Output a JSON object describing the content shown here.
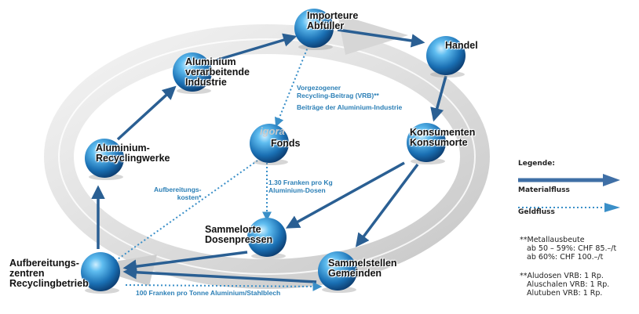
{
  "nodes": {
    "importeure": "Importeure\nAbfüller",
    "handel": "Handel",
    "alu_industrie": "Aluminium\nverarbeitende\nIndustrie",
    "konsumenten": "Konsumenten\nKonsumorte",
    "fonds": "Fonds",
    "recyclingwerke": "Aluminium-\nRecyclingwerke",
    "sammelorte": "Sammelorte\nDosenpressen",
    "sammelstellen": "Sammelstellen\nGemeinden",
    "aufbereitung": "Aufbereitungs-\nzentren\nRecyclingbetrieb"
  },
  "flow_labels": {
    "vrb": "Vorgezogener\nRecycling-Beitrag (VRB)**",
    "alu_beitraege": "Beiträge der Aluminium-Industrie",
    "franken_kg": "1.30 Franken pro Kg\nAluminium-Dosen",
    "aufbereitungskosten": "Aufbereitungs-\nkosten*",
    "franken_tonne": "100 Franken pro Tonne Aluminium/Stahlblech"
  },
  "logo": "igora",
  "legend": {
    "title": "Legende:",
    "materialfluss": "Materialfluss",
    "geldfluss": "Geldfluss",
    "note_metall": "**Metallausbeute\n   ab 50 – 59%: CHF 85.–/t\n   ab 60%: CHF 100.–/t",
    "note_vrb": "**Aludosen VRB: 1 Rp.\n   Aluschalen VRB: 1 Rp.\n   Alutuben VRB: 1 Rp."
  },
  "colors": {
    "material_arrow": "#2a5f93",
    "money_arrow": "#3a8fc8",
    "node_ball": "#1f7fc4",
    "legend_arrow": "#3f6fa6"
  }
}
